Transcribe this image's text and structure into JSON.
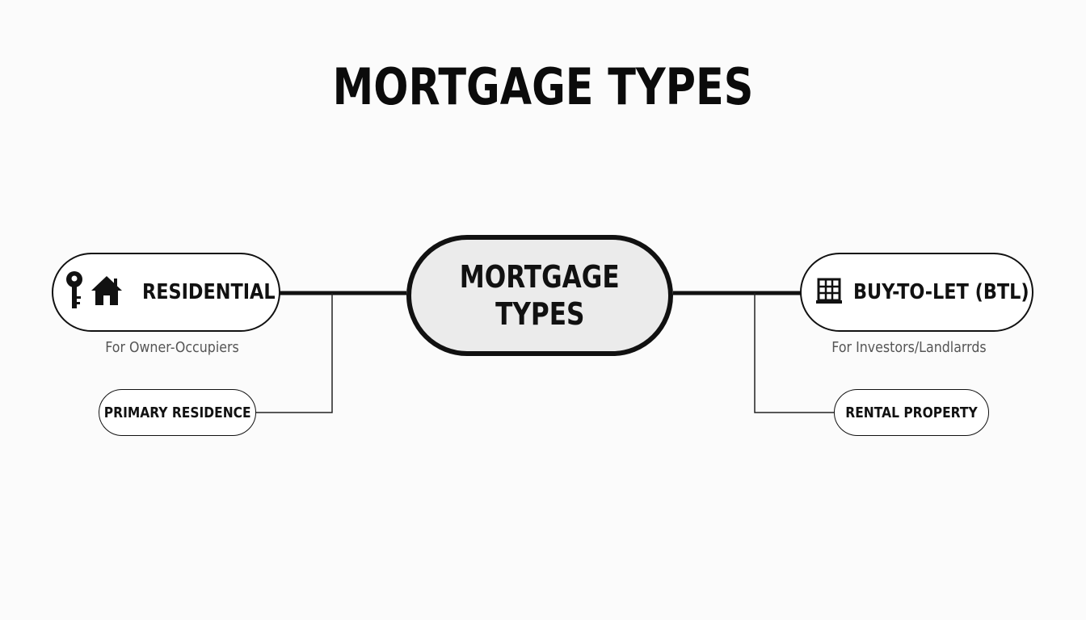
{
  "title": "MORTGAGE TYPES",
  "center": {
    "line1": "MORTGAGE",
    "line2": "TYPES"
  },
  "left": {
    "label": "RESIDENTIAL",
    "caption": "For Owner-Occupiers",
    "leaf": "PRIMARY RESIDENCE",
    "icons": [
      "key-icon",
      "house-icon"
    ]
  },
  "right": {
    "label": "BUY-TO-LET (BTL)",
    "caption": "For Investors/Landlarrds",
    "leaf": "RENTAL PROPERTY",
    "icons": [
      "building-icon"
    ]
  },
  "colors": {
    "background": "#fbfbfb",
    "stroke": "#111111",
    "center_fill": "#ebebeb",
    "caption": "#555555"
  }
}
